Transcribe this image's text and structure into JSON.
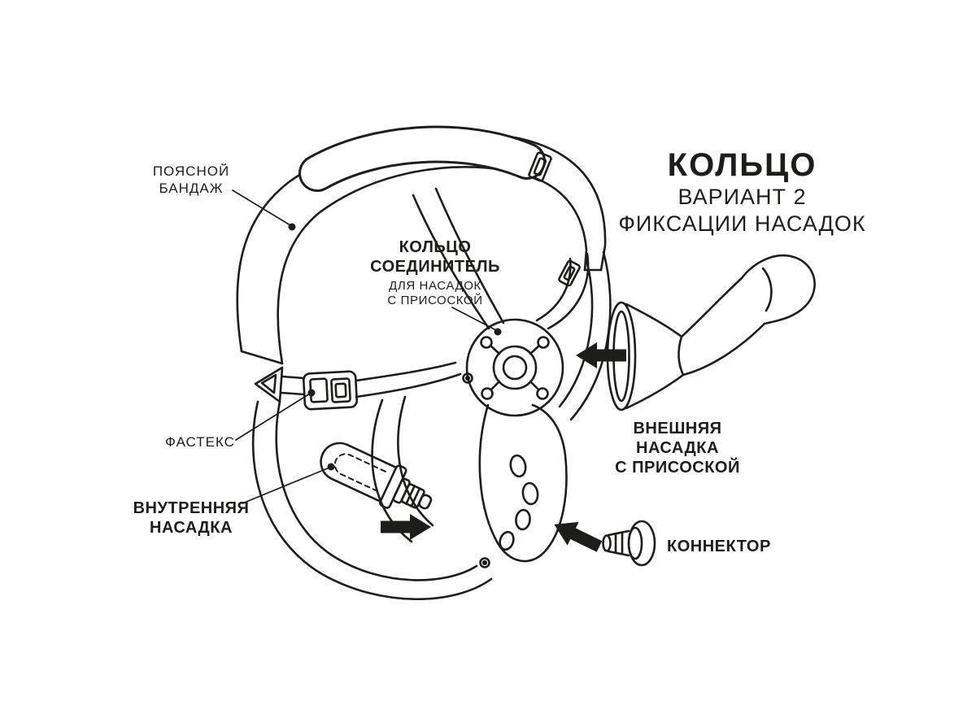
{
  "diagram": {
    "title": {
      "line1": "КОЛЬЦО",
      "line2": "ВАРИАНТ 2",
      "line3": "ФИКСАЦИИ НАСАДОК"
    },
    "labels": {
      "waist_band": {
        "line1": "ПОЯСНОЙ",
        "line2": "БАНДАЖ"
      },
      "ring_connector": {
        "line1": "КОЛЬЦО",
        "line2": "СОЕДИНИТЕЛЬ",
        "line3": "ДЛЯ НАСАДОК",
        "line4": "С ПРИСОСКОЙ"
      },
      "fastex": "ФАСТЕКС",
      "inner_attachment": {
        "line1": "ВНУТРЕННЯЯ",
        "line2": "НАСАДКА"
      },
      "outer_attachment": {
        "line1": "ВНЕШНЯЯ",
        "line2": "НАСАДКА",
        "line3": "С ПРИСОСКОЙ"
      },
      "connector": "КОННЕКТОР"
    },
    "colors": {
      "ink": "#1d1d1b",
      "background": "#ffffff"
    }
  }
}
